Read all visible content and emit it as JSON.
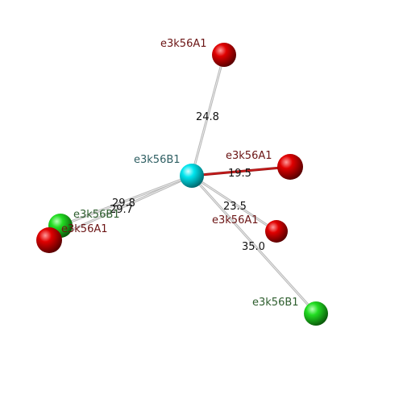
{
  "colors": {
    "background": "#ffffff",
    "center_atom": "#00e5ee",
    "red_atom": "#e00000",
    "green_atom": "#22dd22",
    "label_red": "#6b1414",
    "label_green": "#2e5e2e",
    "label_cyan": "#2f5f63",
    "bond": "#c8c8c8",
    "bond_highlight": "#cc1111"
  },
  "atoms": [
    {
      "id": "center",
      "label": "e3k56B1",
      "kind": "cyan"
    },
    {
      "id": "a1",
      "label": "e3k56A1",
      "kind": "red"
    },
    {
      "id": "a2",
      "label": "e3k56A1",
      "kind": "red"
    },
    {
      "id": "a3",
      "label": "e3k56A1",
      "kind": "red"
    },
    {
      "id": "a4",
      "label": "e3k56A1",
      "kind": "red"
    },
    {
      "id": "b1",
      "label": "e3k56B1",
      "kind": "green"
    },
    {
      "id": "b2",
      "label": "e3k56B1",
      "kind": "green"
    }
  ],
  "bonds": [
    {
      "to": "a1",
      "distance": "24.8",
      "highlight": false
    },
    {
      "to": "a2",
      "distance": "19.5",
      "highlight": true
    },
    {
      "to": "a3",
      "distance": "23.5",
      "highlight": false
    },
    {
      "to": "a4",
      "distance": "29.7",
      "highlight": false
    },
    {
      "to": "b1",
      "distance": "29.8",
      "highlight": false
    },
    {
      "to": "b2",
      "distance": "35.0",
      "highlight": false
    }
  ]
}
